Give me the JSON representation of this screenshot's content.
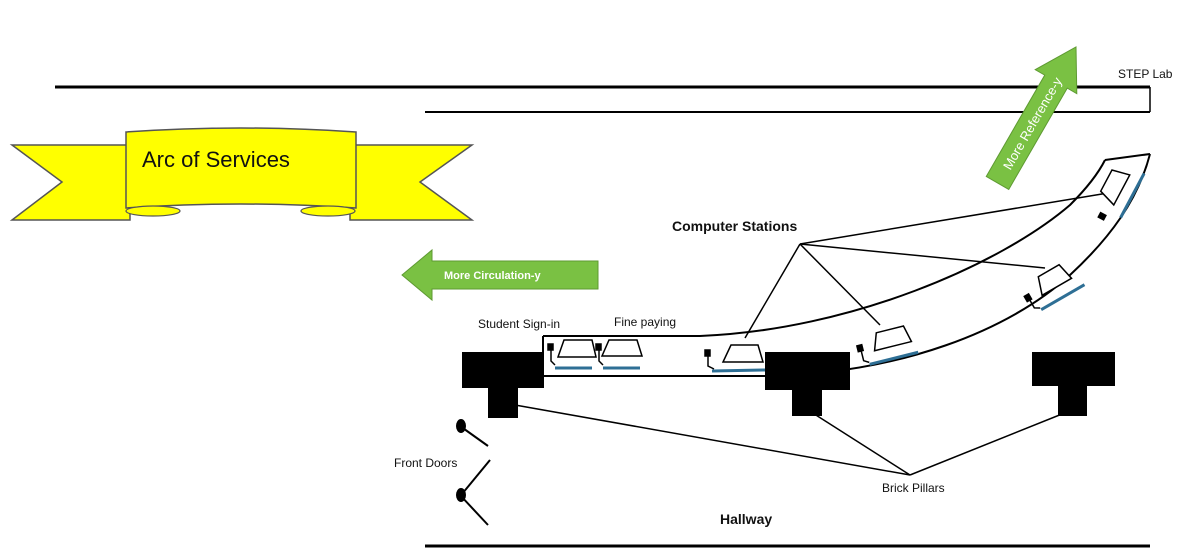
{
  "banner": {
    "title": "Arc of Services",
    "fill_color": "#ffff00"
  },
  "arrows": {
    "circulation": {
      "label": "More Circulation-y",
      "color": "#7ac143"
    },
    "reference": {
      "label": "More Reference-y",
      "color": "#7ac143"
    }
  },
  "labels": {
    "step_lab": "STEP Lab",
    "computer_stations": "Computer Stations",
    "student_sign_in": "Student Sign-in",
    "fine_paying": "Fine paying",
    "front_doors": "Front Doors",
    "brick_pillars": "Brick Pillars",
    "hallway": "Hallway"
  },
  "colors": {
    "desk_accent": "#2e6f95",
    "walls": "#000000"
  }
}
